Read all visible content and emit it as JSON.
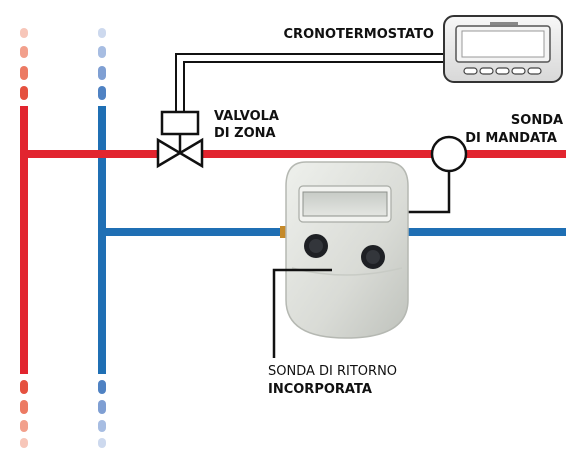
{
  "labels": {
    "thermostat": "CRONOTERMOSTATO",
    "valve_line1": "VALVOLA",
    "valve_line2": "DI ZONA",
    "supply_line1": "SONDA",
    "supply_line2": "DI MANDATA",
    "return_line1": "SONDA DI RITORNO",
    "return_line2": "INCORPORATA"
  },
  "colors": {
    "hot_pipe": "#e2252f",
    "cold_pipe": "#1f6fb4",
    "wire": "#111111",
    "device_body": "#dfe1dd"
  }
}
